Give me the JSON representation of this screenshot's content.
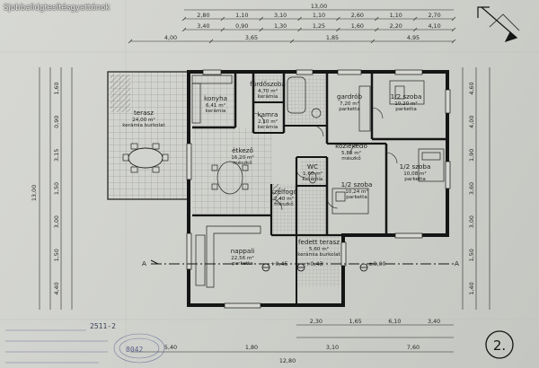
{
  "watermark": "Sjobbalidgtesítésgyattónok",
  "sheet_number": "2.",
  "section_marker": "A",
  "dimensions": {
    "top_total": "13,00",
    "top_row1": [
      "2,80",
      "1,10",
      "3,10",
      "1,10",
      "2,60",
      "1,10",
      "2,70"
    ],
    "top_row2": [
      "3,40",
      "0,90",
      "1,30",
      "1,25",
      "1,60",
      "2,20",
      "4,10"
    ],
    "top_row3": [
      "4,00",
      "3,65",
      "1,85",
      "4,95"
    ],
    "left_total": "13,00",
    "left_values": [
      "1,60",
      "0,90",
      "3,15",
      "1,50",
      "3,00",
      "1,50",
      "4,40"
    ],
    "right_values": [
      "4,60",
      "4,00",
      "1,90",
      "3,60",
      "3,00",
      "1,50",
      "1,40"
    ],
    "bottom_total": "12,80",
    "bottom_row1": [
      "2,30",
      "1,65",
      "6,10",
      "3,40"
    ],
    "bottom_row2": [
      "5,40",
      "1,80",
      "3,10",
      "7,60"
    ]
  },
  "rooms": [
    {
      "name": "terasz",
      "area": "24,00 m²",
      "floor": "kerámia burkolat"
    },
    {
      "name": "konyha",
      "area": "6,41 m²",
      "floor": "kerámia"
    },
    {
      "name": "fürdőszoba",
      "area": "4,70 m²",
      "floor": "kerámia"
    },
    {
      "name": "kamra",
      "area": "2,10 m²",
      "floor": "kerámia"
    },
    {
      "name": "gardrób",
      "area": "7,20 m²",
      "floor": "parketta"
    },
    {
      "name": "1/2 szoba",
      "area": "10,20 m²",
      "floor": "parketta"
    },
    {
      "name": "étkező",
      "area": "16,20 m²",
      "floor": "mészkő"
    },
    {
      "name": "közlekedő",
      "area": "5,80 m²",
      "floor": "mészkő"
    },
    {
      "name": "WC",
      "area": "1,60 m²",
      "floor": "kerámia"
    },
    {
      "name": "1/2 szoba",
      "area": "10,24 m²",
      "floor": "parketta"
    },
    {
      "name": "1/2 szoba",
      "area": "10,08 m²",
      "floor": "parketta"
    },
    {
      "name": "szélfogó",
      "area": "2,40 m²",
      "floor": "mészkő"
    },
    {
      "name": "nappali",
      "area": "22,56 m²",
      "floor": "parketta"
    },
    {
      "name": "fedett terasz",
      "area": "5,60 m²",
      "floor": "kerámia burkolat"
    }
  ],
  "levels": [
    "+0,45",
    "+0,43",
    "±0,00"
  ],
  "handwriting": {
    "note": "2511-2",
    "stamp": "8042"
  },
  "colors": {
    "paper": "#d2d4cf",
    "ink": "#1c1c1c",
    "hatch": "#6b6b6b"
  }
}
